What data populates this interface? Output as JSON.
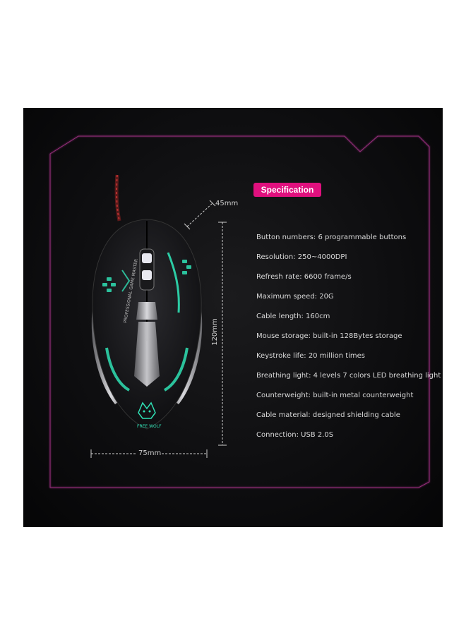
{
  "specification": {
    "title": "Specification",
    "items": [
      "Button numbers: 6 programmable buttons",
      "Resolution: 250~4000DPI",
      "Refresh rate: 6600 frame/s",
      "Maximum speed: 20G",
      "Cable length: 160cm",
      "Mouse storage: built-in 128Bytes storage",
      "Keystroke life: 20 million times",
      "Breathing light: 4 levels 7 colors LED breathing light",
      "Counterweight: built-in metal counterweight",
      "Cable material: designed shielding cable",
      "Connection: USB 2.0S"
    ]
  },
  "dimensions": {
    "height": "45mm",
    "length": "120mm",
    "width": "75mm"
  },
  "mouse": {
    "side_text": "PROFESSIONAL GAME MASTER",
    "brand": "FREE WOLF"
  },
  "colors": {
    "accent": "#e0107e",
    "frame": "#a8338a",
    "led": "#2fe0b4"
  }
}
